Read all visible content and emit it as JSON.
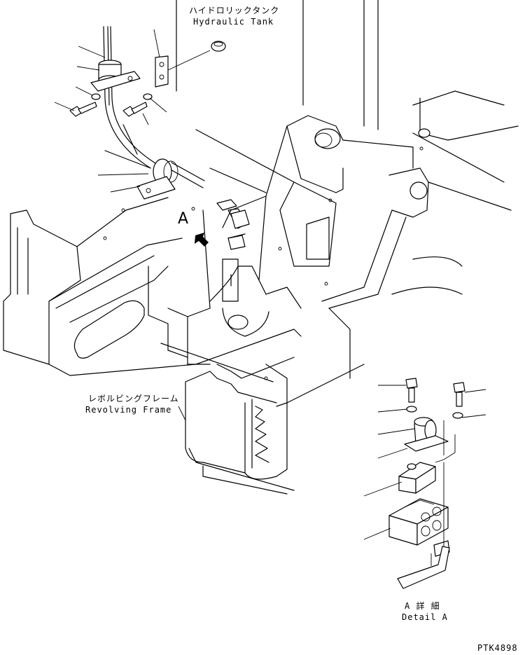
{
  "labels": {
    "hydraulic_tank_jp": "ハイドロリックタンク",
    "hydraulic_tank_en": "Hydraulic Tank",
    "revolving_frame_jp": "レボルビングフレーム",
    "revolving_frame_en": "Revolving Frame",
    "view_marker": "A",
    "detail_jp": "A 詳 細",
    "detail_en": "Detail A",
    "drawing_code": "PTK4898"
  }
}
